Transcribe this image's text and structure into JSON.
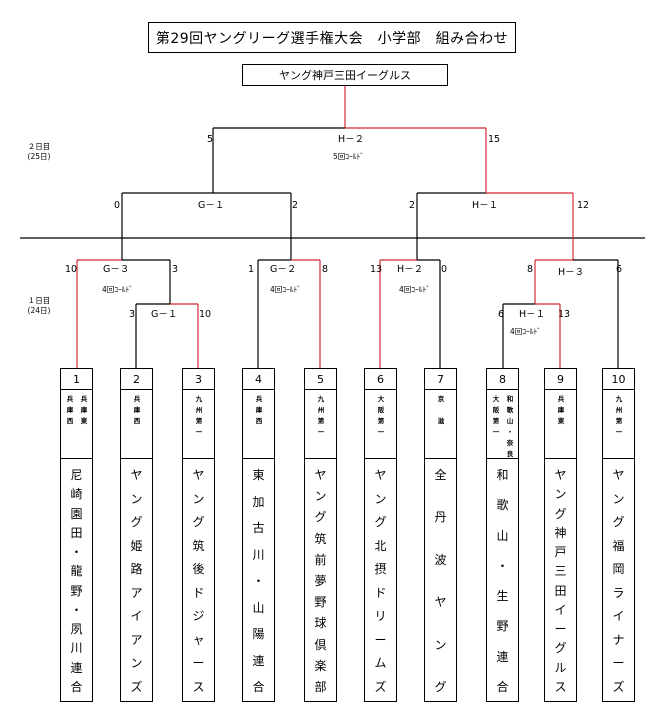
{
  "header": {
    "title": "第29回ヤングリーグ選手権大会　小学部　組み合わせ",
    "champion": "ヤング神戸三田イーグルス"
  },
  "days": {
    "day2_a": "２日目",
    "day2_b": "(25日)",
    "day1_a": "１日目",
    "day1_b": "(24日)"
  },
  "matches": {
    "H2_final": {
      "label": "H－２",
      "left": "5",
      "right": "15",
      "note": "5回ｺｰﾙﾄﾞ"
    },
    "G1_semi": {
      "label": "G－１",
      "left": "0",
      "right": "2"
    },
    "H1_semi": {
      "label": "H－１",
      "left": "2",
      "right": "12"
    },
    "G3": {
      "label": "G－３",
      "left": "10",
      "right": "3",
      "note": "4回ｺｰﾙﾄﾞ"
    },
    "G2": {
      "label": "G－２",
      "left": "1",
      "right": "8",
      "note": "4回ｺｰﾙﾄﾞ"
    },
    "H2_r1": {
      "label": "H－２",
      "left": "13",
      "right": "0",
      "note": "4回ｺｰﾙﾄﾞ"
    },
    "H3": {
      "label": "H－３",
      "left": "8",
      "right": "6"
    },
    "G1_r1": {
      "label": "G－１",
      "left": "3",
      "right": "10"
    },
    "H1_r1": {
      "label": "H－１",
      "left": "6",
      "right": "13",
      "note": "4回ｺｰﾙﾄﾞ"
    }
  },
  "teams": [
    {
      "num": "1",
      "area_cols": [
        "兵\n庫\n西",
        "兵\n庫\n東"
      ],
      "name": "尼崎園田・龍野・夙川連合"
    },
    {
      "num": "2",
      "area_cols": [
        "兵\n庫\n西"
      ],
      "name": "ヤング姫路アイアンズ"
    },
    {
      "num": "3",
      "area_cols": [
        "九\n州\n第\n一"
      ],
      "name": "ヤング筑後ドジャース"
    },
    {
      "num": "4",
      "area_cols": [
        "兵\n庫\n西"
      ],
      "name": "東加古川・山陽連合"
    },
    {
      "num": "5",
      "area_cols": [
        "九\n州\n第\n一"
      ],
      "name": "ヤング筑前夢野球倶楽部"
    },
    {
      "num": "6",
      "area_cols": [
        "大\n阪\n第\n一"
      ],
      "name": "ヤング北摂ドリームズ"
    },
    {
      "num": "7",
      "area_cols": [
        "京\n\n滋"
      ],
      "name": "全丹波ヤング"
    },
    {
      "num": "8",
      "area_cols": [
        "大\n阪\n第\n一",
        "和\n歌\n山\n・\n奈\n良"
      ],
      "name": "和歌山・生野連合"
    },
    {
      "num": "9",
      "area_cols": [
        "兵\n庫\n東"
      ],
      "name": "ヤング神戸三田イーグルス"
    },
    {
      "num": "10",
      "area_cols": [
        "九\n州\n第\n一"
      ],
      "name": "ヤング福岡ライナーズ"
    }
  ],
  "colors": {
    "win": "#d42a35",
    "line": "#000000"
  }
}
